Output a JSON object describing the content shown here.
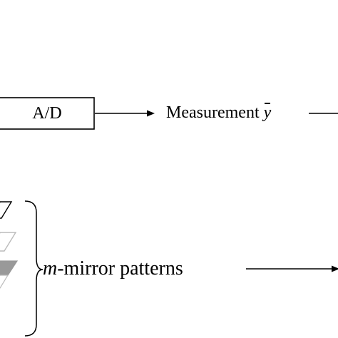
{
  "diagram": {
    "ad_block": {
      "label": "A/D"
    },
    "measurement": {
      "label": "Measurement ",
      "symbol": "y"
    },
    "patterns": {
      "variable": "m",
      "label": "-mirror patterns"
    }
  }
}
